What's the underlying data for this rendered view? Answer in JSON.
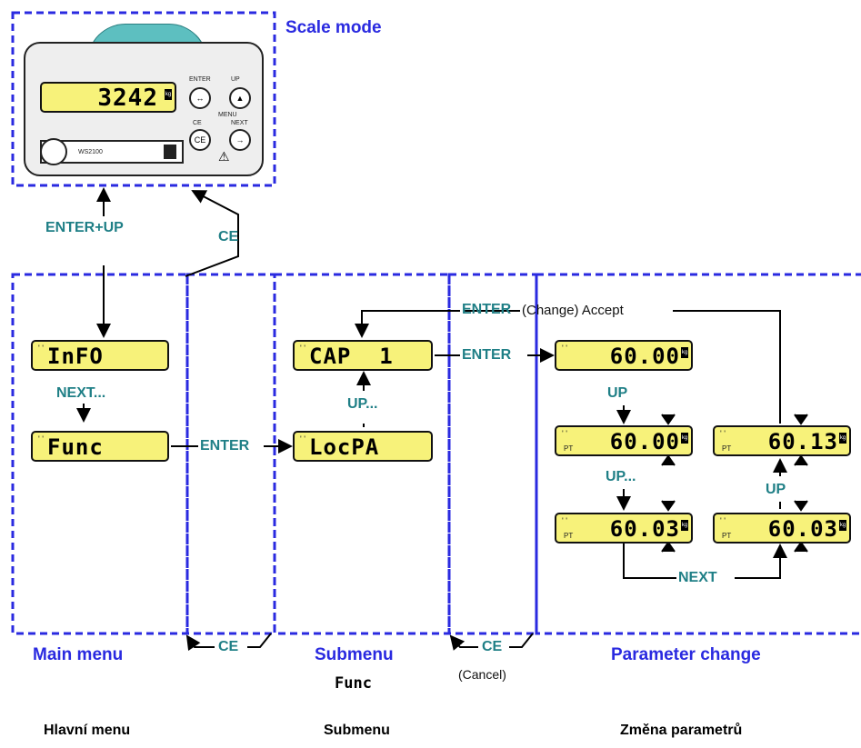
{
  "labels": {
    "scale_mode": "Scale mode",
    "main_menu": "Main menu",
    "submenu": "Submenu",
    "submenu_sub": "Func",
    "parameter_change": "Parameter change"
  },
  "captions": {
    "hlavni": "Hlavní menu",
    "submenu": "Submenu",
    "zmena": "Změna parametrů"
  },
  "transitions": {
    "enter_up": "ENTER+UP",
    "ce": "CE",
    "next_dots": "NEXT...",
    "enter": "ENTER",
    "up_dots": "UP...",
    "up": "UP",
    "next": "NEXT",
    "enter_top": "ENTER",
    "change_accept": "(Change) Accept",
    "cancel": "(Cancel)"
  },
  "device": {
    "display": "3242",
    "unit": "kg",
    "model": "WS2100",
    "btn_enter": "ENTER",
    "btn_up": "UP",
    "btn_menu": "MENU",
    "btn_ce": "CE",
    "btn_next": "NEXT"
  },
  "displays": {
    "info": "InFO",
    "func": "Func",
    "cap1": "CAP  1",
    "locpa": "LocPA",
    "p1": "60.00",
    "p2": "60.00",
    "p3": "60.03",
    "p4": "60.03",
    "p5": "60.13",
    "pt": "PT",
    "unit": "kg"
  },
  "colors": {
    "dashed_blue": "#2a2ae0",
    "label_blue": "#2a2ae0",
    "transition_teal": "#1f7f86",
    "lcd_yellow": "#f7f27a",
    "device_teal": "#5dbfc0"
  }
}
